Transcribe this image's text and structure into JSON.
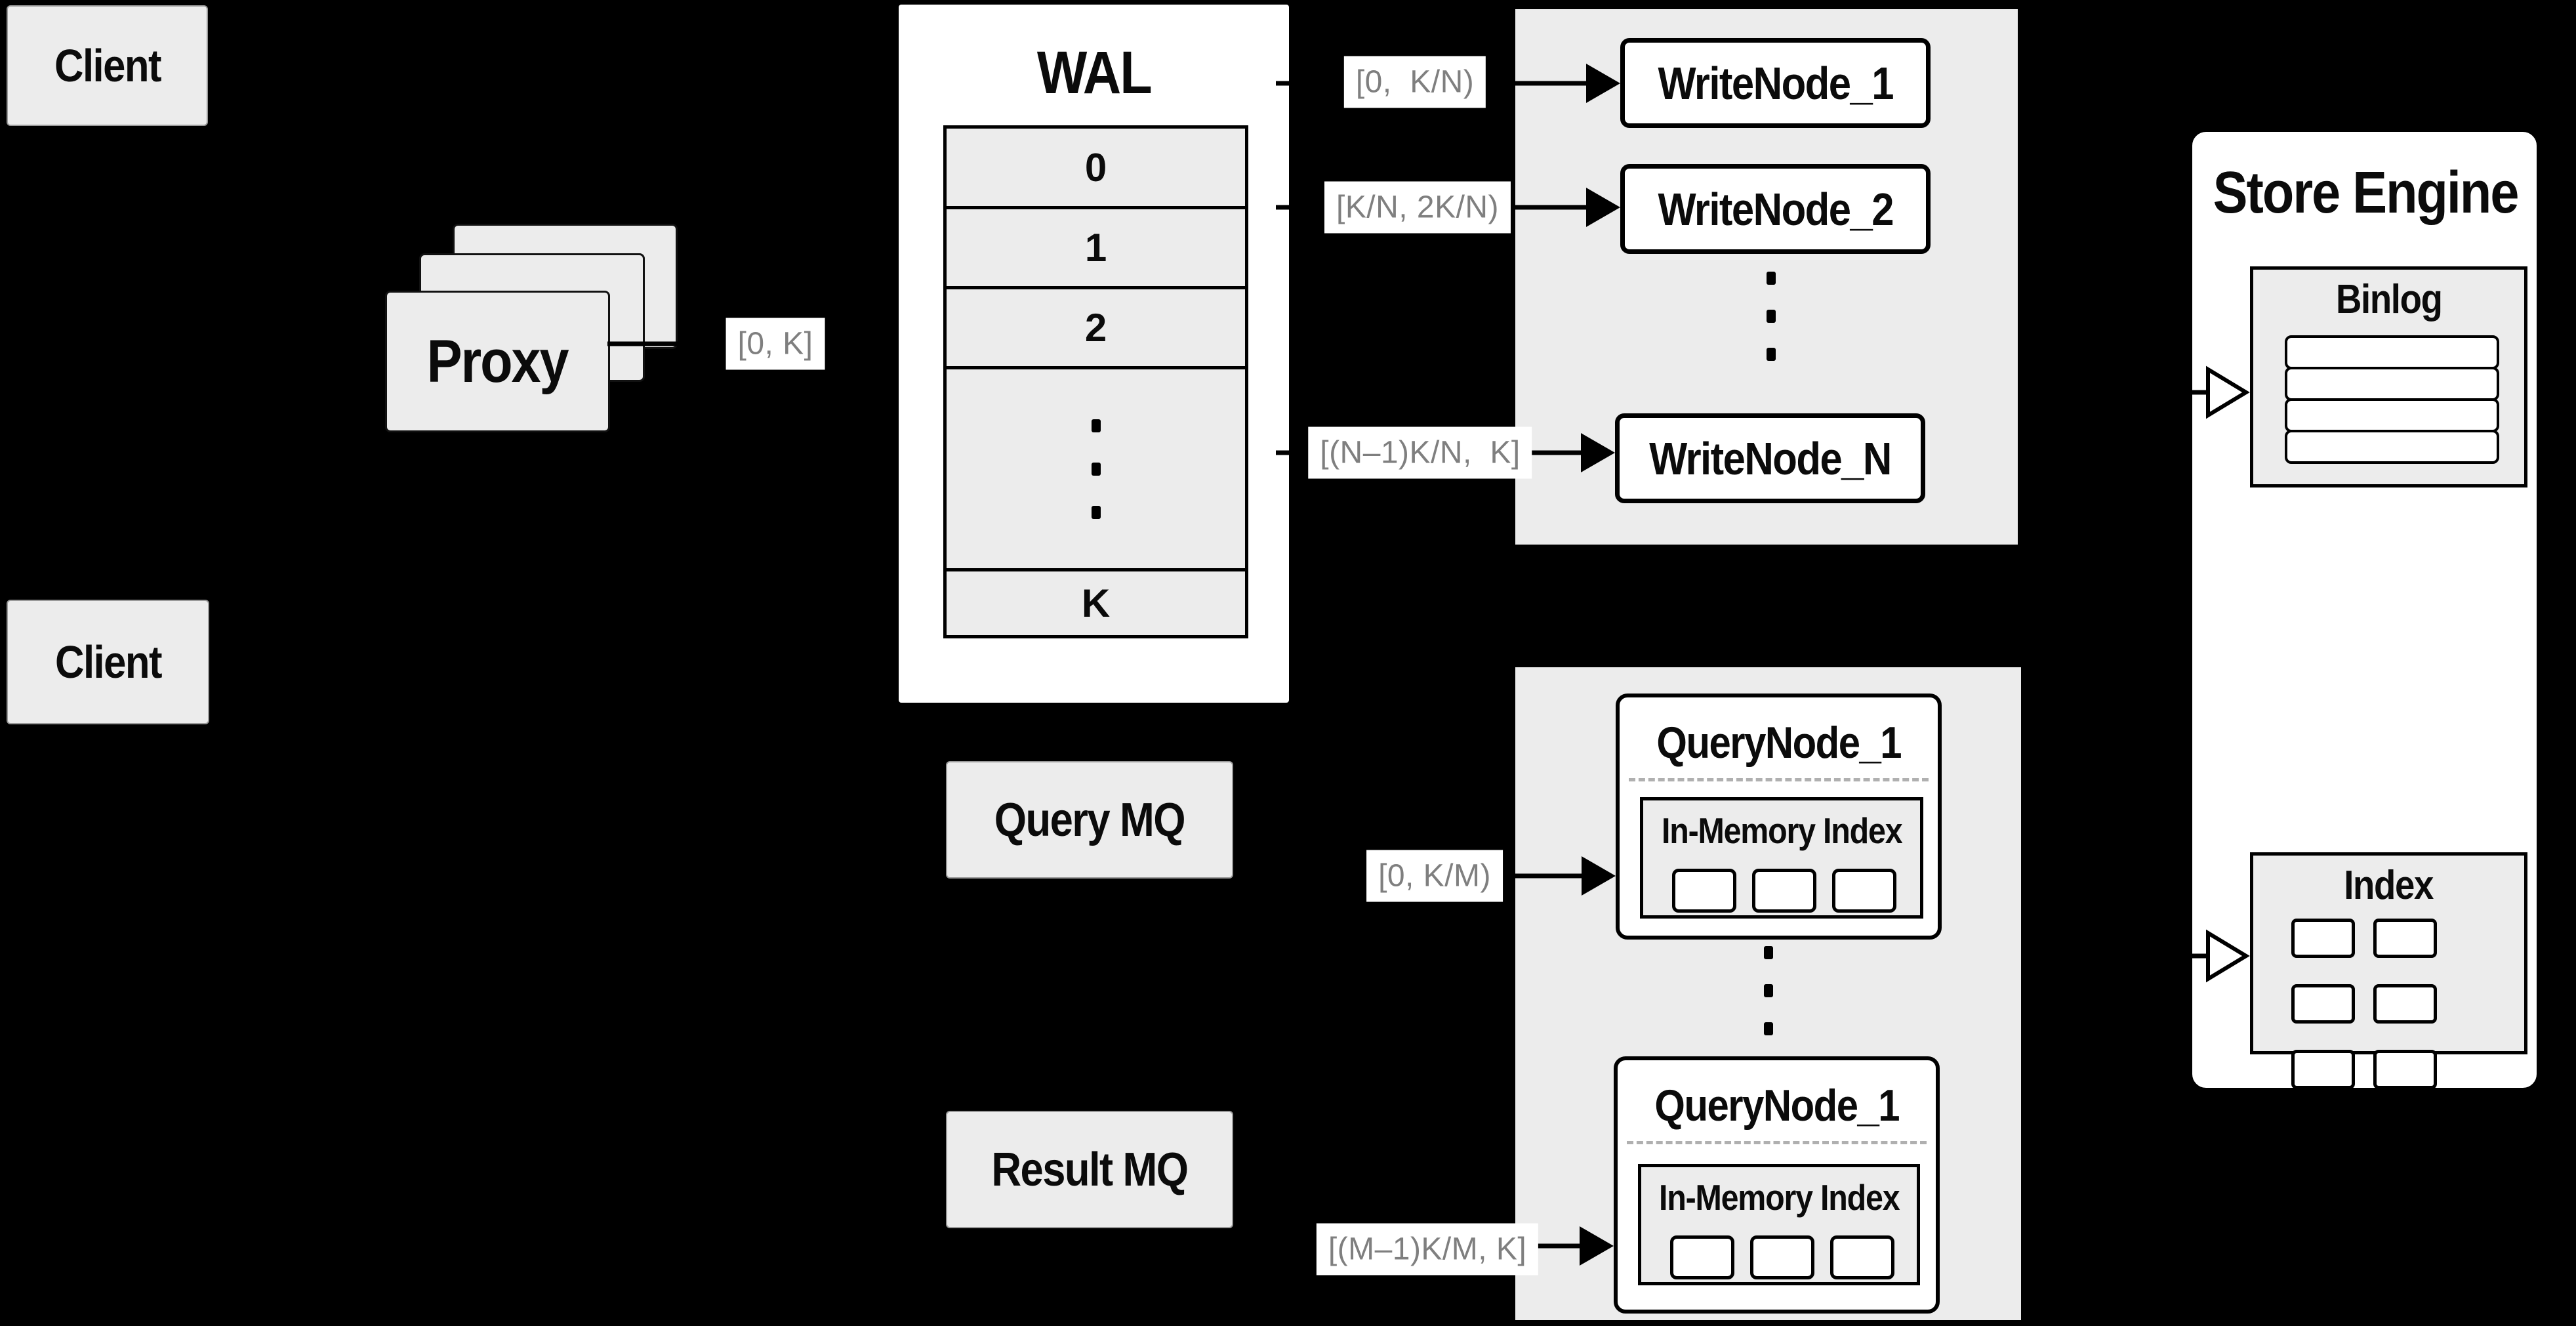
{
  "colors": {
    "background": "#000000",
    "box_gray": "#ececec",
    "box_white": "#ffffff",
    "border_black": "#000000",
    "range_label_text": "#7f7f7f",
    "dashed_divider": "#b0b0b0"
  },
  "clients": {
    "top": "Client",
    "bottom": "Client"
  },
  "proxy": {
    "label": "Proxy"
  },
  "wal": {
    "title": "WAL",
    "segments": [
      "0",
      "1",
      "2",
      "K"
    ]
  },
  "range_labels": {
    "proxy_to_wal": "[0, K]",
    "write_1": "[0,  K/N)",
    "write_2": "[K/N, 2K/N)",
    "write_n": "[(N–1)K/N,  K]",
    "query_1": "[0, K/M)",
    "query_m": "[(M–1)K/M, K]"
  },
  "write_nodes": {
    "items": [
      "WriteNode_1",
      "WriteNode_2",
      "WriteNode_N"
    ]
  },
  "query_nodes": {
    "items": [
      {
        "title": "QueryNode_1",
        "index_label": "In-Memory Index"
      },
      {
        "title": "QueryNode_1",
        "index_label": "In-Memory Index"
      }
    ]
  },
  "queues": {
    "query_mq": "Query MQ",
    "result_mq": "Result MQ"
  },
  "store_engine": {
    "title": "Store Engine",
    "binlog_title": "Binlog",
    "index_title": "Index"
  }
}
